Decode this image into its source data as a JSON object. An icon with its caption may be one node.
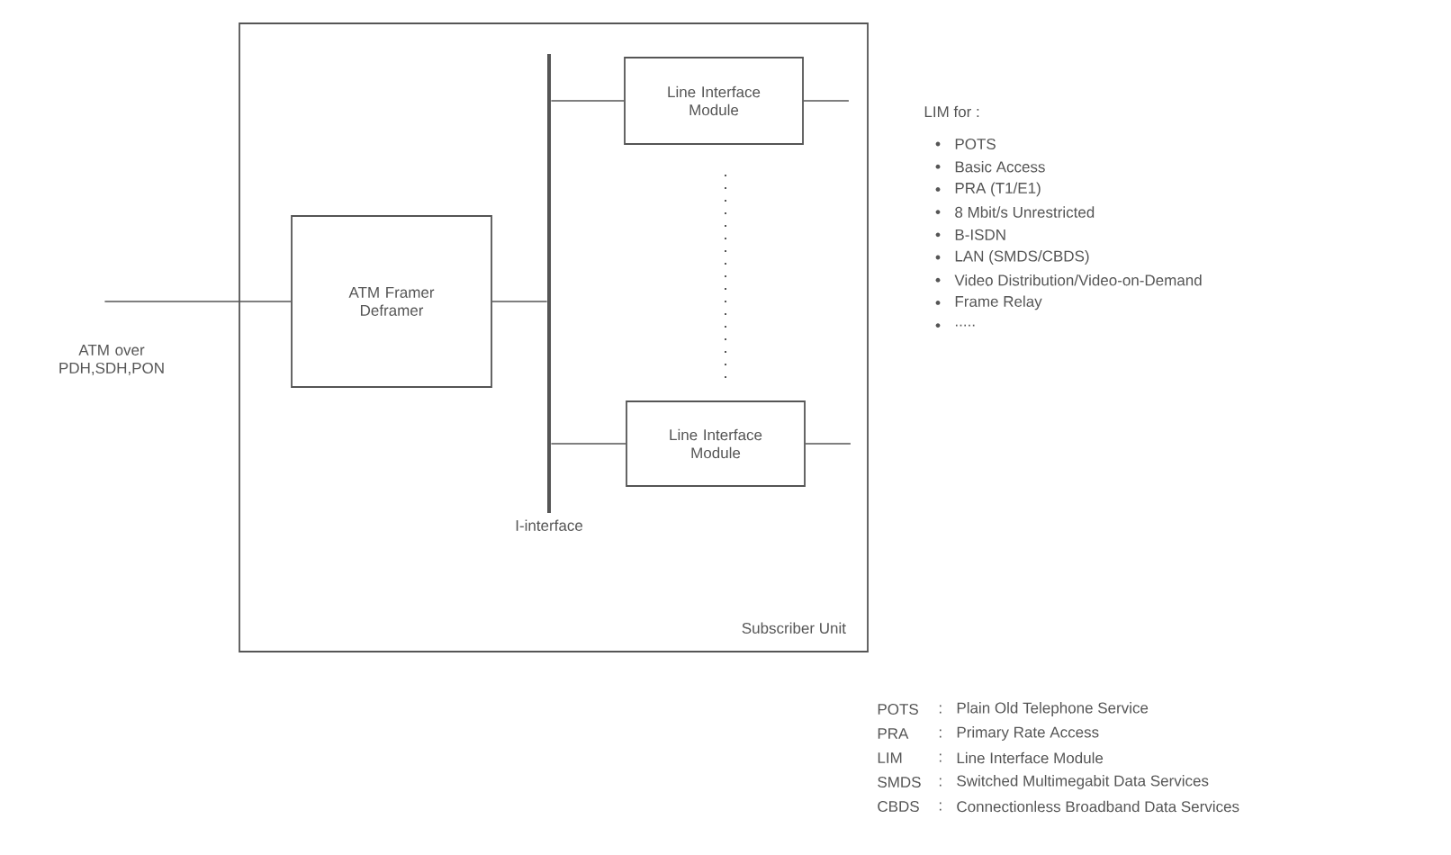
{
  "diagram": {
    "nodes": [
      {
        "text": [
          "Subscriber Unit"
        ]
      },
      {
        "text": [
          "ATM Framer Deframer"
        ],
        "in": 0
      },
      {
        "text": [
          "I-interface"
        ],
        "in": 0
      },
      {
        "text": [
          "Line Interface Module"
        ],
        "in": 0
      },
      {
        "text": [
          "Line Interface Module"
        ],
        "in": 0
      },
      {
        "text": [
          "ATM over PDH,SDH,PON"
        ]
      }
    ],
    "edges": [
      {
        "from": 5,
        "to": 1,
        "arrow": "none"
      },
      {
        "from": 1,
        "to": 2,
        "arrow": "none"
      },
      {
        "from": 2,
        "to": 3,
        "arrow": "none"
      },
      {
        "from": 2,
        "to": 4,
        "arrow": "none"
      },
      {
        "from": 3,
        "to": null,
        "arrow": "none"
      },
      {
        "from": 4,
        "to": null,
        "arrow": "none"
      }
    ],
    "labels": [
      "LIM for :",
      "POTS",
      "Basic Access",
      "PRA (T1/E1)",
      "8 Mbit/s Unrestricted",
      "B-ISDN",
      "LAN (SMDS/CBDS)",
      "Video Distribution/Video-on-Demand",
      "Frame Relay",
      ".....",
      "POTS",
      ":",
      "Plain Old Telephone Service",
      "PRA",
      ":",
      "Primary Rate Access",
      "LIM",
      ":",
      "Line Interface Module",
      "SMDS",
      ":",
      "Switched Multimegabit Data Services",
      "CBDS",
      ":",
      "Connectionless Broadband Data Services"
    ]
  }
}
